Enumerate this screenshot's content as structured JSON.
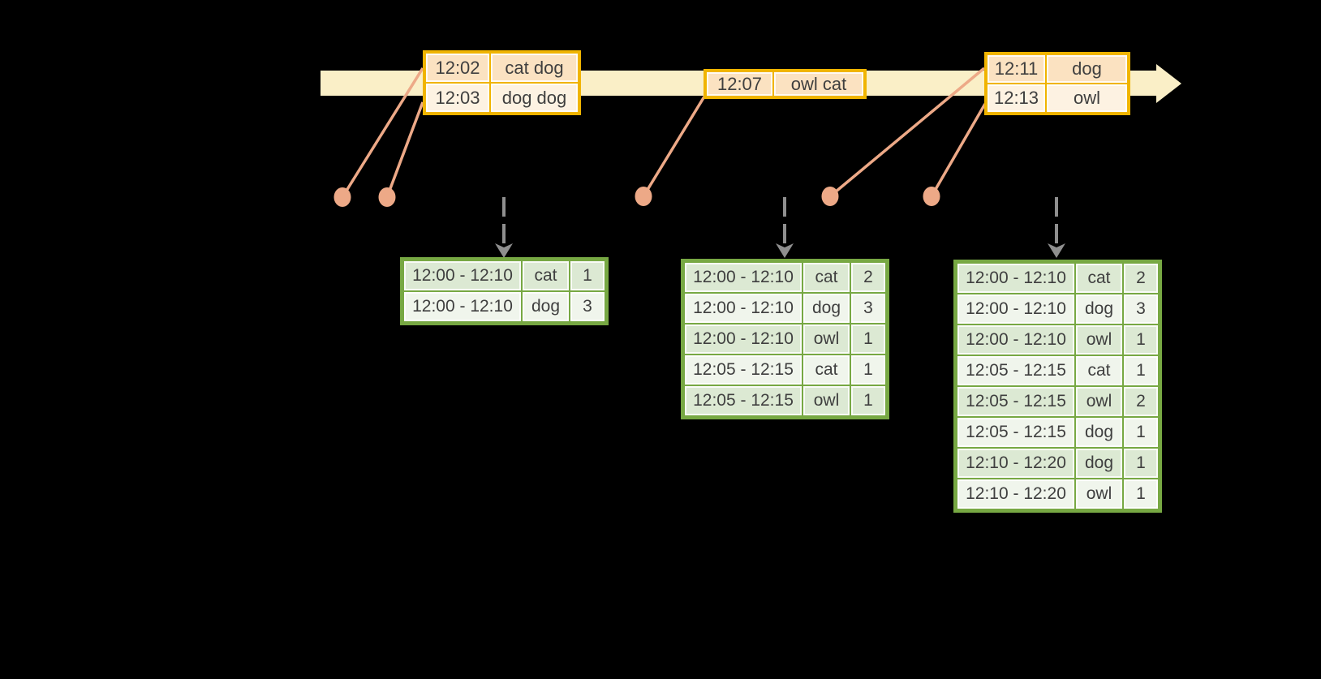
{
  "colors": {
    "background": "#000000",
    "timeline_band": "#FAEFC7",
    "input_table_border": "#F0B400",
    "input_row_dark": "#FBE2C1",
    "input_row_light": "#FDF2E2",
    "event_marker": "#EDA987",
    "trigger_arrow": "#8F8F8F",
    "result_table_border": "#77A843",
    "result_row_dark": "#DCE9D3",
    "result_row_light": "#F0F5EC",
    "text": "#3F3F3F"
  },
  "input_tables": [
    {
      "rows": [
        [
          "12:02",
          "cat dog"
        ],
        [
          "12:03",
          "dog dog"
        ]
      ]
    },
    {
      "rows": [
        [
          "12:07",
          "owl cat"
        ]
      ]
    },
    {
      "rows": [
        [
          "12:11",
          "dog"
        ],
        [
          "12:13",
          "owl"
        ]
      ]
    }
  ],
  "result_tables": [
    {
      "rows": [
        [
          "12:00 - 12:10",
          "cat",
          "1"
        ],
        [
          "12:00 - 12:10",
          "dog",
          "3"
        ]
      ]
    },
    {
      "rows": [
        [
          "12:00 - 12:10",
          "cat",
          "2"
        ],
        [
          "12:00 - 12:10",
          "dog",
          "3"
        ],
        [
          "12:00 - 12:10",
          "owl",
          "1"
        ],
        [
          "12:05 - 12:15",
          "cat",
          "1"
        ],
        [
          "12:05 - 12:15",
          "owl",
          "1"
        ]
      ]
    },
    {
      "rows": [
        [
          "12:00 - 12:10",
          "cat",
          "2"
        ],
        [
          "12:00 - 12:10",
          "dog",
          "3"
        ],
        [
          "12:00 - 12:10",
          "owl",
          "1"
        ],
        [
          "12:05 - 12:15",
          "cat",
          "1"
        ],
        [
          "12:05 - 12:15",
          "owl",
          "2"
        ],
        [
          "12:05 - 12:15",
          "dog",
          "1"
        ],
        [
          "12:10 - 12:20",
          "dog",
          "1"
        ],
        [
          "12:10 - 12:20",
          "owl",
          "1"
        ]
      ]
    }
  ]
}
